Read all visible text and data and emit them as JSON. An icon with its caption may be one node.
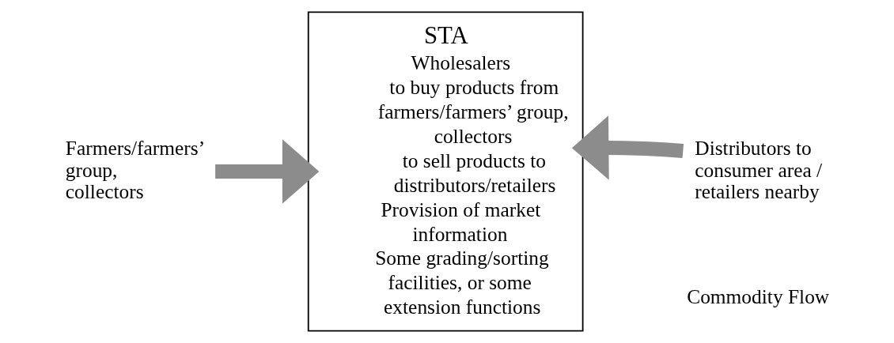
{
  "diagram": {
    "nodes": [
      {
        "text": [
          "Farmers/farmers’ group, collectors"
        ]
      },
      {
        "text": [
          "STA",
          "Wholesalers",
          "to buy products from farmers/farmers’ group, collectors",
          "to sell products to distributors/retailers",
          "Provision of market information",
          "Some grading/sorting facilities, or some extension functions"
        ]
      },
      {
        "text": [
          "Distributors to consumer area / retailers nearby"
        ]
      }
    ],
    "edges": [
      {
        "from": 0,
        "to": 1,
        "arrow": "to"
      },
      {
        "from": 2,
        "to": 1,
        "arrow": "to"
      }
    ],
    "labels": [
      "Commodity Flow"
    ]
  }
}
